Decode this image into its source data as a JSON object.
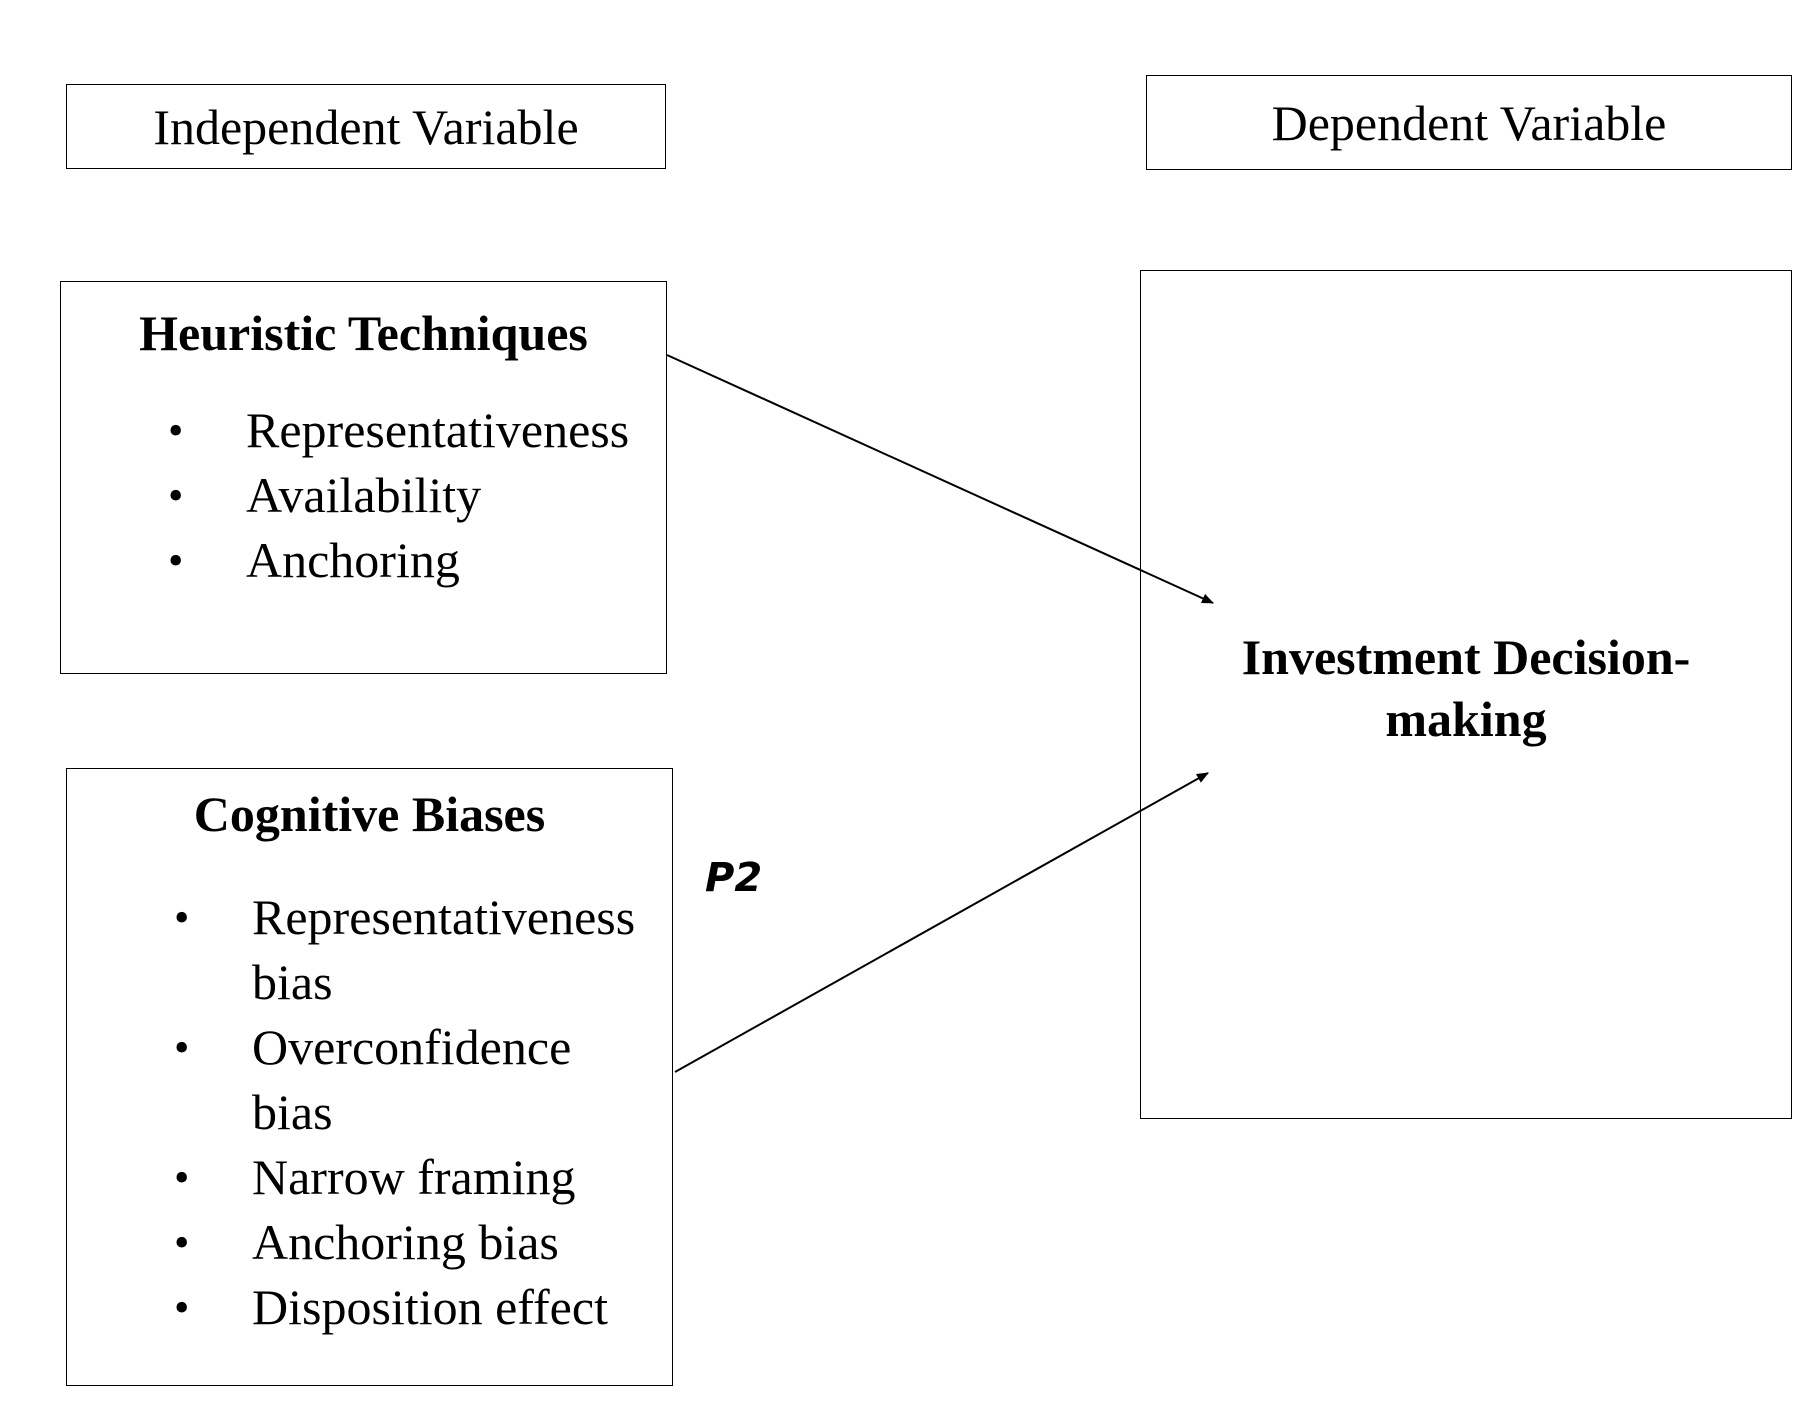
{
  "independent_label": "Independent Variable",
  "dependent_label": "Dependent Variable",
  "heuristic": {
    "title": "Heuristic Techniques",
    "items": [
      "Representativeness",
      "Availability",
      "Anchoring"
    ]
  },
  "cognitive": {
    "title": "Cognitive Biases",
    "items": [
      "Representativeness bias",
      "Overconfidence bias",
      "Narrow framing",
      "Anchoring bias",
      "Disposition effect"
    ]
  },
  "outcome": {
    "title_line1": "Investment Decision-",
    "title_line2": "making"
  },
  "path_label": "P2"
}
